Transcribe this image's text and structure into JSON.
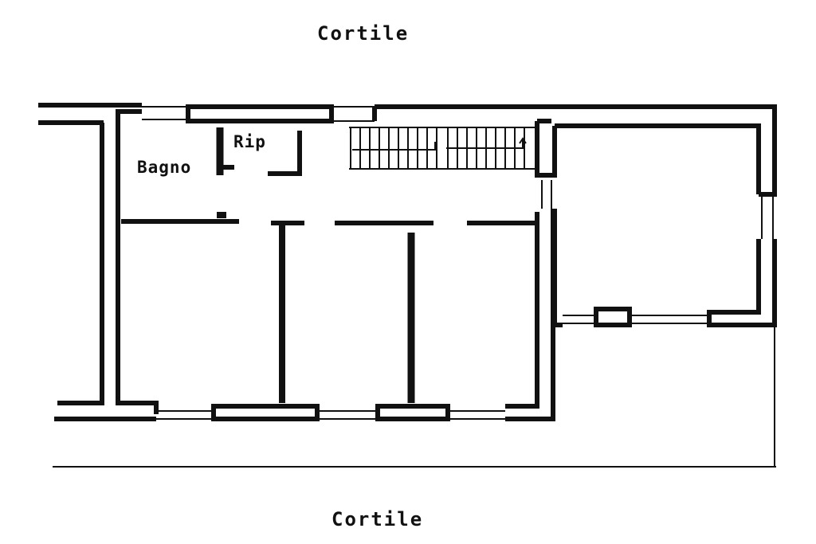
{
  "labels": {
    "courtyard_top": "Cortile",
    "courtyard_bottom": "Cortile",
    "bathroom": "Bagno",
    "storage": "Rip"
  },
  "colors": {
    "wall": "#111111",
    "background": "#ffffff"
  }
}
